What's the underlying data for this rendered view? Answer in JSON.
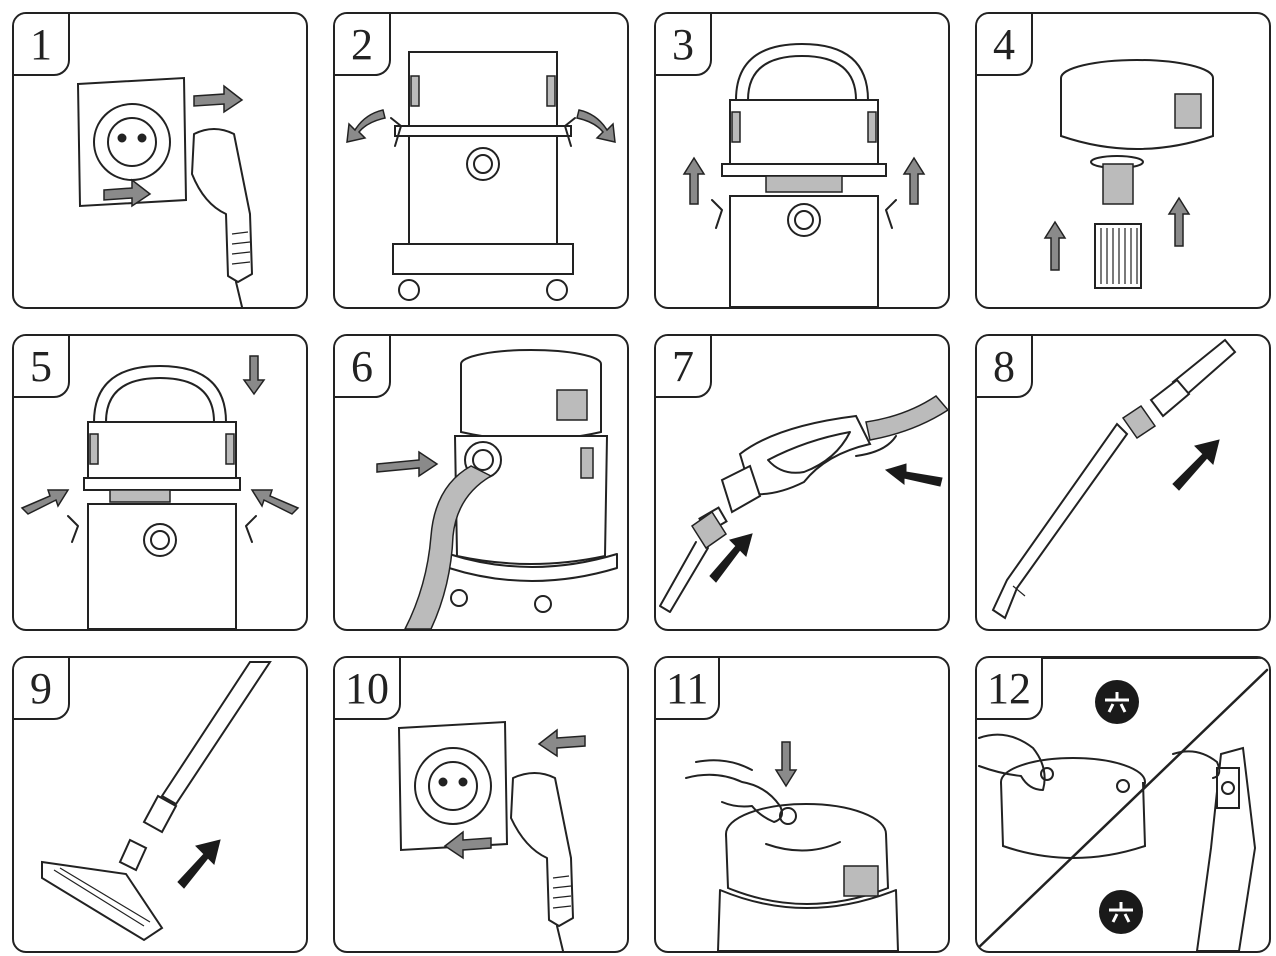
{
  "steps": [
    {
      "number": "1",
      "icon": "plug-out-icon"
    },
    {
      "number": "2",
      "icon": "unlatch-clips-icon"
    },
    {
      "number": "3",
      "icon": "lift-head-icon"
    },
    {
      "number": "4",
      "icon": "fit-filter-icon"
    },
    {
      "number": "5",
      "icon": "lower-head-icon"
    },
    {
      "number": "6",
      "icon": "insert-hose-icon"
    },
    {
      "number": "7",
      "icon": "attach-handle-icon"
    },
    {
      "number": "8",
      "icon": "join-tubes-icon"
    },
    {
      "number": "9",
      "icon": "attach-floor-tool-icon"
    },
    {
      "number": "10",
      "icon": "plug-in-icon"
    },
    {
      "number": "11",
      "icon": "press-switch-icon"
    },
    {
      "number": "12",
      "icon": "select-mode-icon"
    }
  ],
  "colors": {
    "line": "#222222",
    "arrow_gray": "#8a8a8a",
    "arrow_black": "#1a1a1a"
  }
}
